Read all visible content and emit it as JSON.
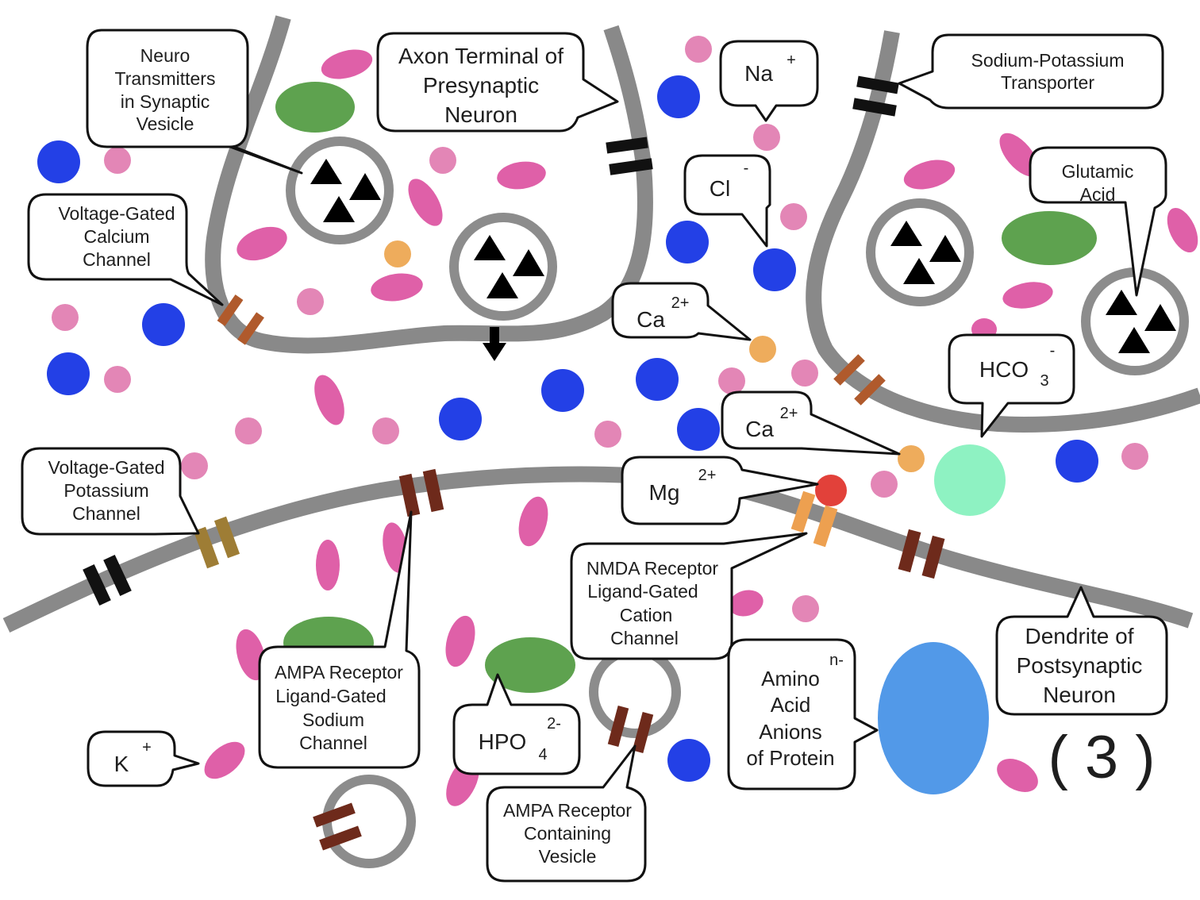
{
  "figure": {
    "title": "Synapse ion and receptor diagram",
    "panel_number": "( 3 )"
  },
  "colors": {
    "membrane": "#898989",
    "sodium_ion": "#e386b6",
    "chloride_ion": "#2340e6",
    "potassium_ion": "#df60a8",
    "calcium_ion": "#eeac5c",
    "magnesium_ion": "#e2413a",
    "phosphate": "#5ea24f",
    "bicarbonate": "#8ef2c2",
    "protein_anion": "#5299e8",
    "na_k_transporter": "#111111",
    "ca_channel": "#b05a2c",
    "k_channel": "#9e7d35",
    "ampa_receptor": "#6e2a1b",
    "nmda_receptor": "#eda050",
    "neurotransmitter": "#000000"
  },
  "labels": {
    "neurotransmitter_vesicle": [
      "Neuro",
      "Transmitters",
      "in Synaptic",
      "Vesicle"
    ],
    "axon_terminal": [
      "Axon Terminal of",
      "Presynaptic",
      "Neuron"
    ],
    "sodium": {
      "symbol": "Na",
      "charge": "+"
    },
    "sodium_potassium_transporter": [
      "Sodium-Potassium",
      "Transporter"
    ],
    "chloride": {
      "symbol": "Cl",
      "charge": "-"
    },
    "glutamic_acid": [
      "Glutamic",
      "Acid"
    ],
    "voltage_gated_calcium": [
      "Voltage-Gated",
      "Calcium",
      "Channel"
    ],
    "calcium_top": {
      "symbol": "Ca",
      "charge": "2+"
    },
    "bicarbonate": {
      "symbol": "HCO",
      "subscript": "3",
      "charge": "-"
    },
    "calcium_mid": {
      "symbol": "Ca",
      "charge": "2+"
    },
    "voltage_gated_potassium": [
      "Voltage-Gated",
      "Potassium",
      "Channel"
    ],
    "magnesium": {
      "symbol": "Mg",
      "charge": "2+"
    },
    "nmda_receptor": [
      "NMDA Receptor",
      "Ligand-Gated",
      "Cation",
      "Channel"
    ],
    "ampa_receptor": [
      "AMPA Receptor",
      "Ligand-Gated",
      "Sodium",
      "Channel"
    ],
    "dendrite": [
      "Dendrite of",
      "Postsynaptic",
      "Neuron"
    ],
    "amino_acid_anions": [
      "Amino",
      "Acid",
      "Anions",
      "of Protein"
    ],
    "amino_acid_charge": "n-",
    "phosphate": {
      "symbol": "HPO",
      "subscript": "4",
      "charge": "2-"
    },
    "potassium": {
      "symbol": "K",
      "charge": "+"
    },
    "ampa_vesicle": [
      "AMPA Receptor",
      "Containing",
      "Vesicle"
    ]
  }
}
